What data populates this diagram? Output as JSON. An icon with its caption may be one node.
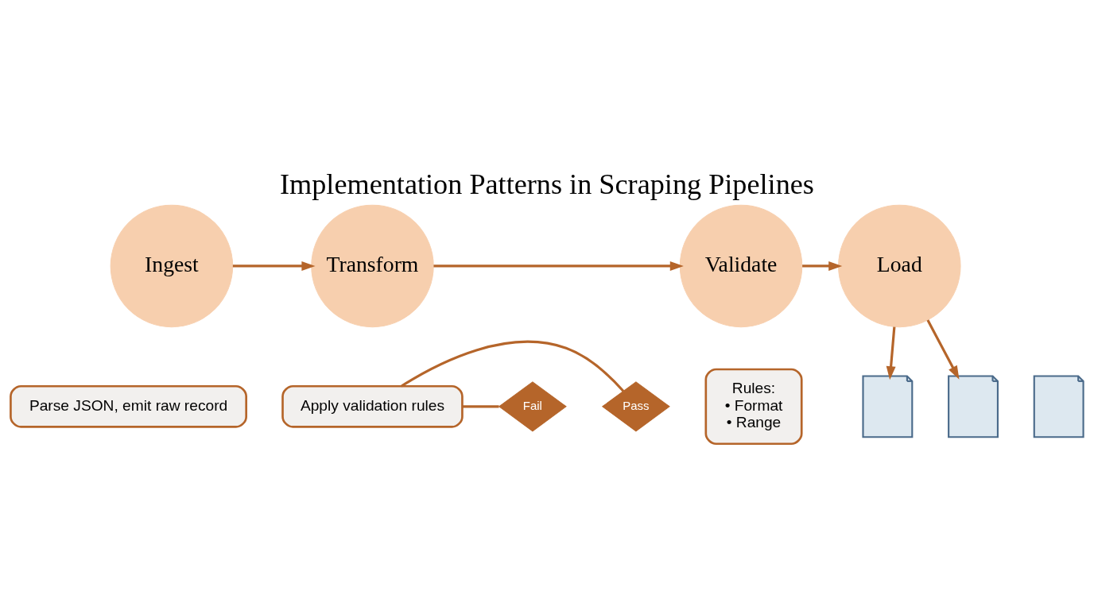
{
  "diagram": {
    "title": "Implementation Patterns in Scraping Pipelines",
    "nodes": [
      {
        "text": [
          "Ingest"
        ]
      },
      {
        "text": [
          "Parse JSON, emit raw record"
        ]
      },
      {
        "text": [
          "Transform"
        ]
      },
      {
        "text": [
          "Apply validation rules"
        ]
      },
      {
        "text": [
          "Pass"
        ]
      },
      {
        "text": [
          "Fail"
        ]
      },
      {
        "text": [
          "Validate"
        ]
      },
      {
        "text": [
          "Rules:",
          "• Format",
          "• Range"
        ]
      },
      {
        "text": [
          "Load"
        ]
      },
      {
        "text": [],
        "shape": "document"
      },
      {
        "text": [],
        "shape": "document"
      },
      {
        "text": [],
        "shape": "document"
      }
    ],
    "edges": [
      {
        "from": 0,
        "to": 2,
        "arrow": "to"
      },
      {
        "from": 2,
        "to": 6,
        "arrow": "to"
      },
      {
        "from": 6,
        "to": 8,
        "arrow": "to"
      },
      {
        "from": 3,
        "to": 4,
        "arrow": "none"
      },
      {
        "from": 3,
        "to": 5,
        "arrow": "none"
      },
      {
        "from": 8,
        "to": 9,
        "arrow": "to"
      },
      {
        "from": 8,
        "to": 10,
        "arrow": "to"
      }
    ]
  }
}
